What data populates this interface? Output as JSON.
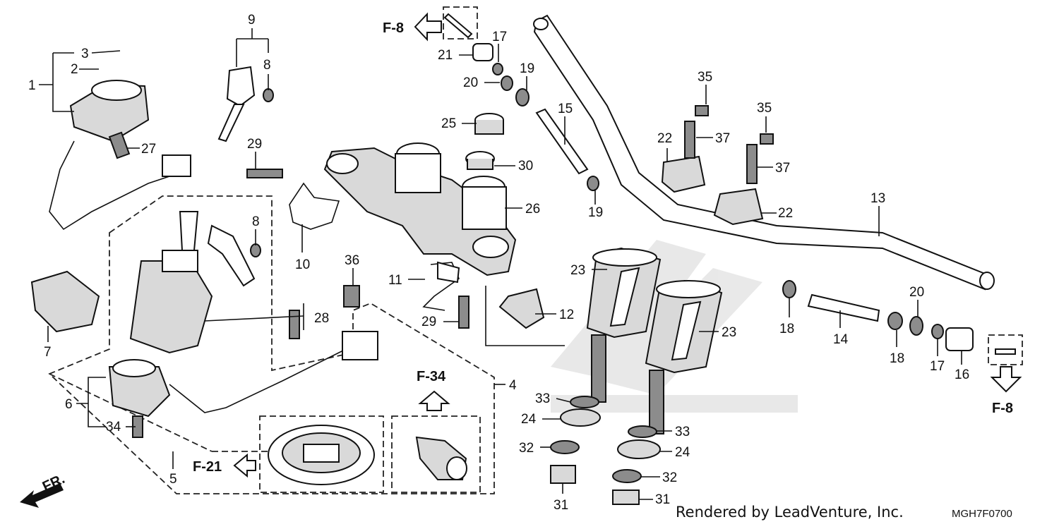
{
  "diagram": {
    "part_labels": {
      "p1": "1",
      "p2": "2",
      "p3": "3",
      "p4": "4",
      "p5": "5",
      "p6": "6",
      "p7": "7",
      "p8a": "8",
      "p8b": "8",
      "p9": "9",
      "p10": "10",
      "p11": "11",
      "p12": "12",
      "p13": "13",
      "p14": "14",
      "p15": "15",
      "p16": "16",
      "p17a": "17",
      "p17b": "17",
      "p18a": "18",
      "p18b": "18",
      "p19a": "19",
      "p19b": "19",
      "p20a": "20",
      "p20b": "20",
      "p21": "21",
      "p22a": "22",
      "p22b": "22",
      "p23a": "23",
      "p23b": "23",
      "p24a": "24",
      "p24b": "24",
      "p25": "25",
      "p26": "26",
      "p27": "27",
      "p28": "28",
      "p29a": "29",
      "p29b": "29",
      "p30": "30",
      "p31a": "31",
      "p31b": "31",
      "p32a": "32",
      "p32b": "32",
      "p33a": "33",
      "p33b": "33",
      "p34": "34",
      "p35a": "35",
      "p35b": "35",
      "p36": "36",
      "p37a": "37",
      "p37b": "37"
    },
    "refs": {
      "f8_top": "F-8",
      "f8_right": "F-8",
      "f34": "F-34",
      "f21": "F-21",
      "front": "FR."
    },
    "credit": "Rendered by LeadVenture, Inc.",
    "diagram_code": "MGH7F0700"
  }
}
